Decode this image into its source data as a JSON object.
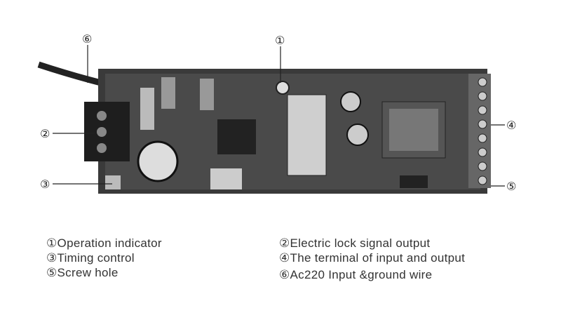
{
  "callouts": {
    "c1": "①",
    "c2": "②",
    "c3": "③",
    "c4": "④",
    "c5": "⑤",
    "c6": "⑥"
  },
  "legend": {
    "left": [
      "①Operation  indicator",
      "③Timing control",
      "⑤Screw  hole"
    ],
    "right": [
      "②Electric lock  signal output",
      "④The terminal of input and output",
      "⑥Ac220 Input &ground wire"
    ]
  }
}
